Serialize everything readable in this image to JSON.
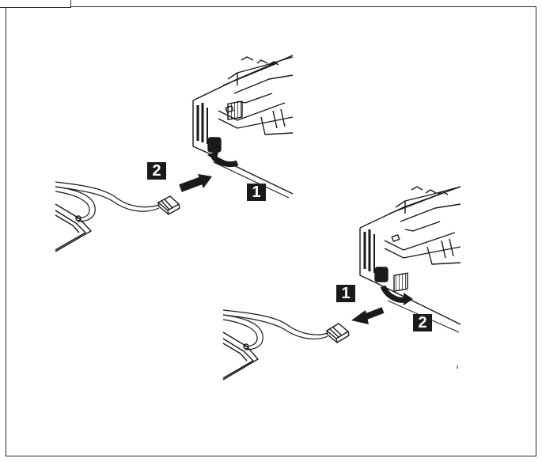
{
  "colors": {
    "ink": "#1a1a1a",
    "line": "#2a2a2a",
    "background": "#ffffff"
  },
  "step_labels": {
    "connect_step1": "1",
    "connect_step2": "2",
    "disconnect_step1": "1",
    "disconnect_step2": "2"
  }
}
